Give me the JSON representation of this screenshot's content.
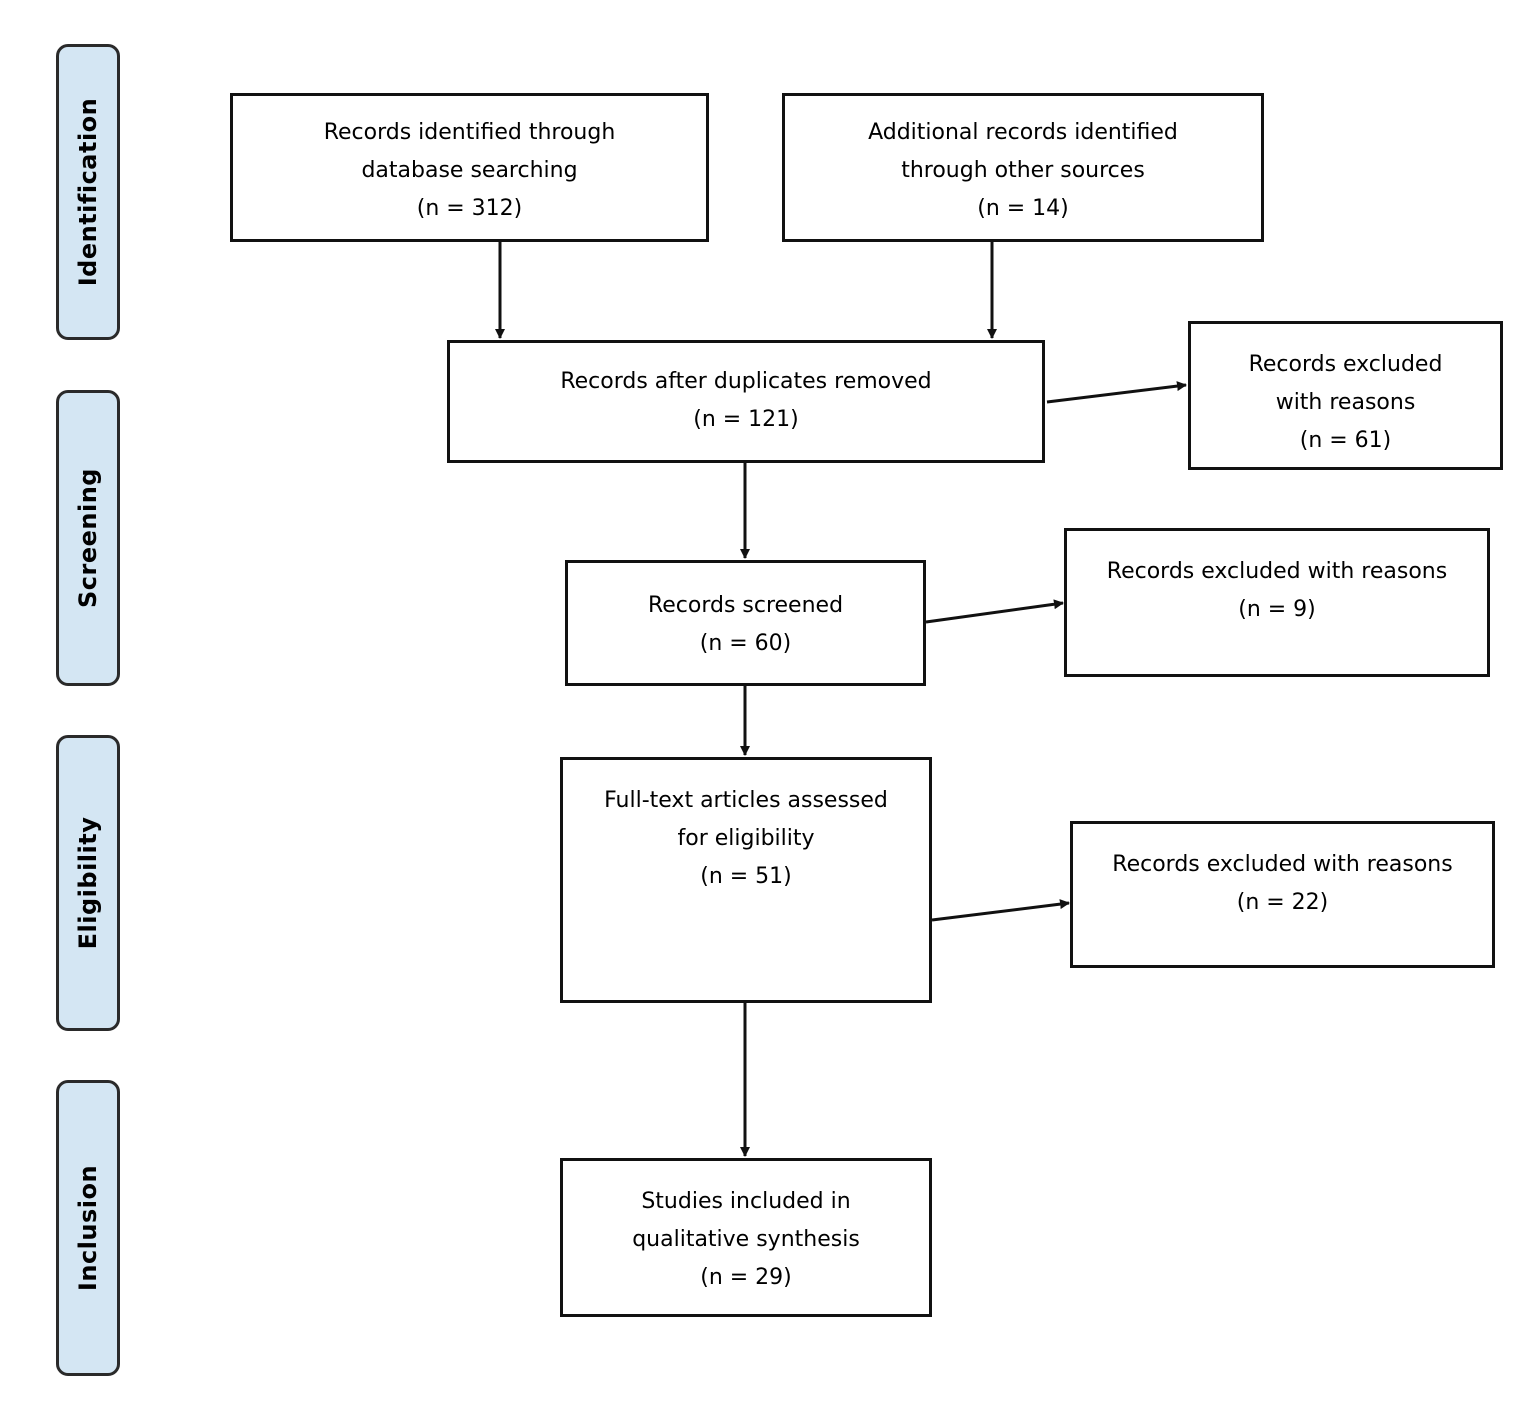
{
  "phases": {
    "identification": "Identification",
    "screening": "Screening",
    "eligibility": "Eligibility",
    "inclusion": "Inclusion"
  },
  "boxes": {
    "database_search": {
      "line1": "Records identified through",
      "line2": "database searching",
      "count": "(n = 312)"
    },
    "other_sources": {
      "line1": "Additional records identified",
      "line2": "through other sources",
      "count": "(n = 14)"
    },
    "after_duplicates": {
      "line1": "Records after duplicates removed",
      "count": "(n = 121)"
    },
    "excluded_duplicates": {
      "line1": "Records excluded",
      "line2": "with reasons",
      "count": "(n = 61)"
    },
    "screened": {
      "line1": "Records screened",
      "count": "(n = 60)"
    },
    "excluded_screening": {
      "line1": "Records excluded with reasons",
      "count": "(n = 9)"
    },
    "full_text": {
      "line1": "Full-text articles assessed",
      "line2": "for eligibility",
      "count": "(n = 51)"
    },
    "excluded_full_text": {
      "line1": "Records excluded with reasons",
      "count": "(n = 22)"
    },
    "included": {
      "line1": "Studies included in",
      "line2": "qualitative synthesis",
      "count": "(n = 29)"
    }
  },
  "colors": {
    "phase_fill": "#d4e6f3",
    "border": "#111111",
    "arrow": "#111111"
  }
}
